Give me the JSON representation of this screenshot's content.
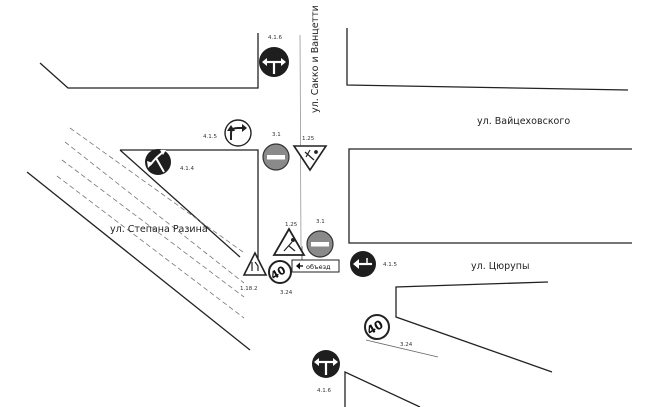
{
  "streets": {
    "sacco": "ул. Сакко и Ванцетти",
    "vaitsekhovsky": "ул. Вайцеховского",
    "razin": "ул. Степана Разина",
    "tsyurupy": "ул. Цюрупы"
  },
  "sign_codes": {
    "top_ahead_right_left": "4.1.6",
    "upper_left_ahead_right": "4.1.5",
    "no_entry_upper": "3.1",
    "roadwork_upper": "1.25",
    "ahead_left_diag": "4.1.4",
    "roadwork_lower": "1.25",
    "no_entry_lower": "3.1",
    "turn_left_right_side": "4.1.5",
    "narrowing": "1.18.2",
    "speed_limit_lower": "3.24",
    "speed_limit_right": "3.24",
    "bottom_ahead_right_left": "4.1.6"
  },
  "speed_limits": {
    "lower": "40",
    "right": "40"
  },
  "detour_label": "объезд",
  "colors": {
    "sign_black": "#1e1e1e",
    "no_entry_gray": "#8a8a8a",
    "line": "#222222",
    "dashed": "#777777"
  }
}
